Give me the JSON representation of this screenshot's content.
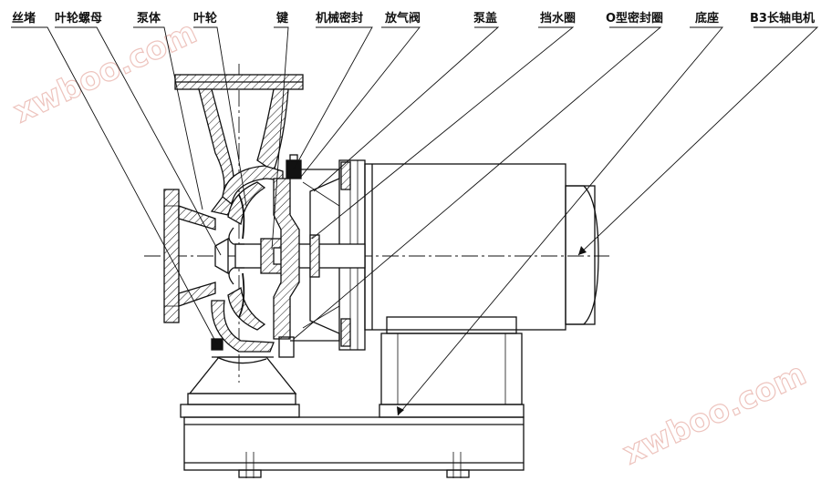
{
  "labels": {
    "silk_plug": "丝堵",
    "impeller_nut": "叶轮螺母",
    "pump_body": "泵体",
    "impeller": "叶轮",
    "key": "键",
    "mechanical_seal": "机械密封",
    "vent_valve": "放气阀",
    "pump_cover": "泵盖",
    "water_retaining_ring": "挡水圈",
    "o_ring_seal": "O型密封圈",
    "base": "底座",
    "motor": "B3长轴电机"
  },
  "watermark": {
    "top_left": "xwboo.com",
    "bottom_right": "xwboo.com"
  },
  "colors": {
    "line": "#111111",
    "watermark": "#e8b0a8",
    "background": "#ffffff"
  }
}
